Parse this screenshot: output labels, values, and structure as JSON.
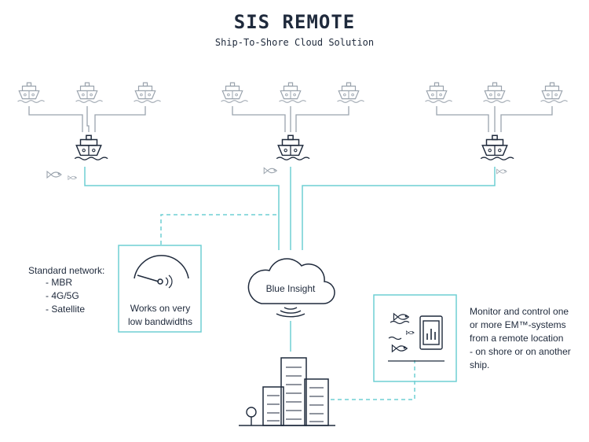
{
  "header": {
    "title": "SIS REMOTE",
    "subtitle": "Ship-To-Shore Cloud Solution"
  },
  "network": {
    "title": "Standard network:",
    "options": [
      "- MBR",
      "- 4G/5G",
      "- Satellite"
    ]
  },
  "bandwidth": {
    "label_line1": "Works on very",
    "label_line2": "low bandwidths"
  },
  "cloud": {
    "label": "Blue Insight"
  },
  "monitor": {
    "line1": "Monitor and control one",
    "line2": "or more EM™-systems",
    "line3": "from a remote location",
    "line4": "- on shore or on another",
    "line5": "ship."
  },
  "colors": {
    "navy": "#1f2a3c",
    "teal": "#6fcfd3",
    "grey": "#9aa3ad"
  }
}
